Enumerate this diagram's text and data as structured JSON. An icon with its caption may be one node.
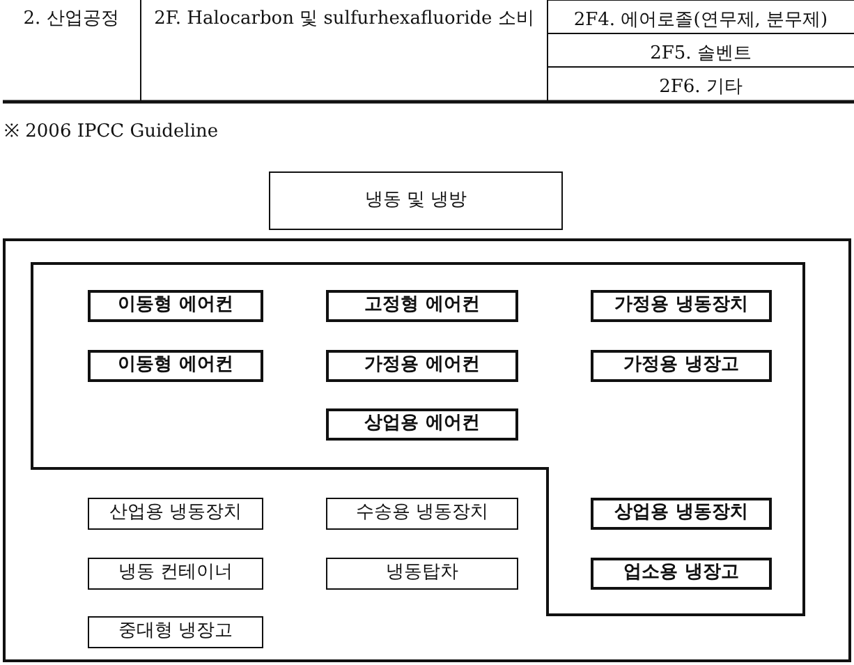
{
  "diagram": {
    "nodes": [
      {
        "text": [
          "냉동 및 냉방"
        ]
      },
      {
        "text": [],
        "shape": "box",
        "in": 0
      },
      {
        "text": [
          "이동형 에어컨"
        ],
        "in": 1
      },
      {
        "text": [
          "고정형 에어컨"
        ],
        "in": 1
      },
      {
        "text": [
          "가정용 냉동장치"
        ],
        "in": 1
      },
      {
        "text": [
          "이동형 에어컨"
        ],
        "in": 1
      },
      {
        "text": [
          "가정용 에어컨"
        ],
        "in": 1
      },
      {
        "text": [
          "가정용 냉장고"
        ],
        "in": 1
      },
      {
        "text": [
          "상업용 에어컨"
        ],
        "in": 1
      },
      {
        "text": [
          "산업용 냉동장치"
        ],
        "in": 0
      },
      {
        "text": [
          "수송용 냉동장치"
        ],
        "in": 0
      },
      {
        "text": [
          "상업용 냉동장치"
        ],
        "in": 1
      },
      {
        "text": [
          "냉동 컨테이너"
        ],
        "in": 0
      },
      {
        "text": [
          "냉동탑차"
        ],
        "in": 0
      },
      {
        "text": [
          "업소용 냉장고"
        ],
        "in": 1
      },
      {
        "text": [
          "중대형 냉장고"
        ],
        "in": 0
      }
    ],
    "labels": [
      "2. 산업공정",
      "2F. Halocarbon 및 sulfurhexafluoride 소비",
      "2F4. 에어로졸(연무제, 분무제)",
      "2F5. 솔벤트",
      "2F6. 기타",
      "※ 2006 IPCC Guideline"
    ]
  }
}
